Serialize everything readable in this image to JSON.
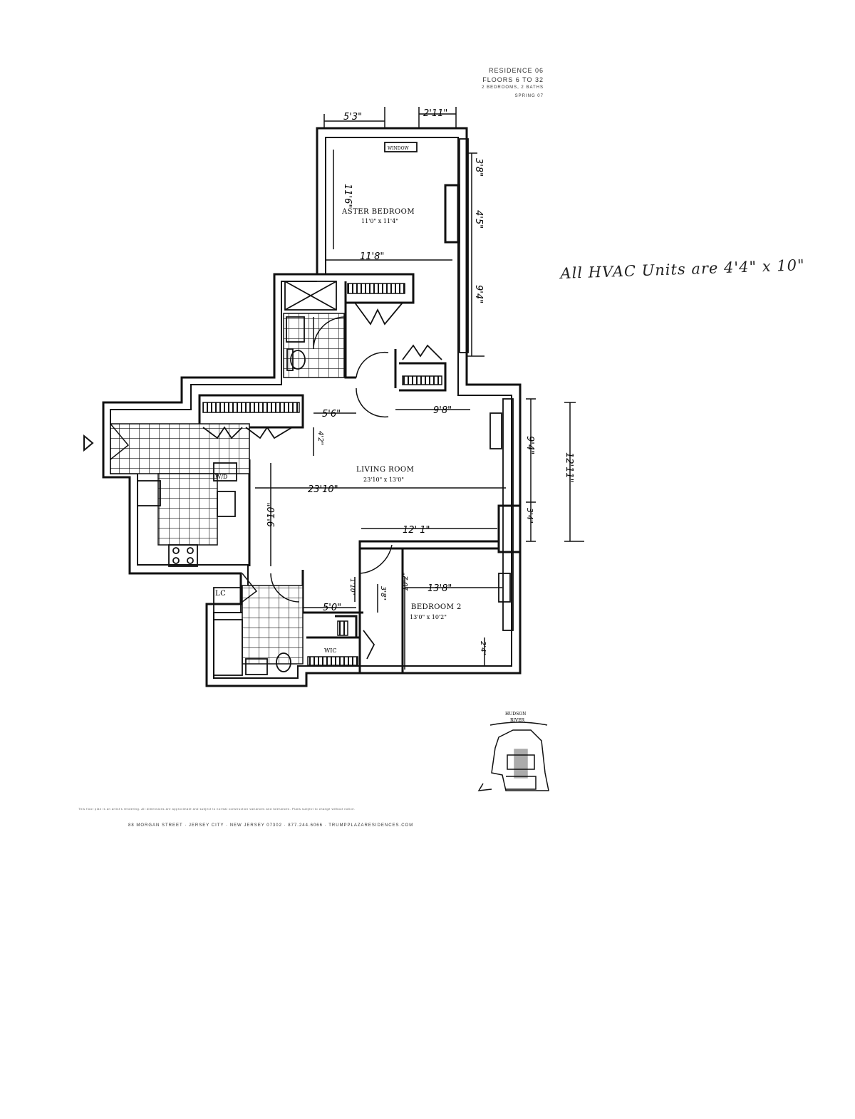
{
  "header": {
    "line1": "RESIDENCE 06",
    "line2": "FLOORS 6 TO 32",
    "line3": "2 BEDROOMS, 2 BATHS",
    "line4": "SPRING 07"
  },
  "rooms": {
    "master_bedroom": {
      "label": "ASTER BEDROOM",
      "size": "11'0\" x 11'4\""
    },
    "living_room": {
      "label": "LIVING ROOM",
      "size": "23'10\" x 13'0\""
    },
    "bedroom2": {
      "label": "BEDROOM 2",
      "size": "13'0\" x 10'2\""
    },
    "wd": "W/D",
    "lc": "LC",
    "wic": "WIC",
    "window_seat": "WINDOW"
  },
  "dimensions": {
    "top_left": "5'3\"",
    "top_right": "2'11\"",
    "master_vertical": "11'6\"",
    "master_width": "11'8\"",
    "right_upper": "3'8\"",
    "right_mid": "4'5\"",
    "right_lower": "9'4\"",
    "hall": "5'6\"",
    "hall_vertical": "4'2\"",
    "living_top": "9'8\"",
    "living_width": "23'10\"",
    "living_right_upper": "9'4\"",
    "living_right_overall": "12'11\"",
    "living_right_lower": "3'4\"",
    "living_inner": "12' 1\"",
    "living_vertical": "9'10\"",
    "bed2_width": "13'8\"",
    "bed2_vertical": "10'2\"",
    "bed2_small": "3'8\"",
    "bath2_width": "5'0\"",
    "bath2_small": "1'10\"",
    "bed2_corner": "2'4\""
  },
  "hand_note": "All HVAC Units are 4'4\" x 10\"",
  "key_plan": {
    "label1": "HUDSON",
    "label2": "RIVER"
  },
  "footer": {
    "disclaimer": "This floor plan is an artist's rendering. All dimensions are approximate and subject to normal construction variances and tolerances. Plans subject to change without notice.",
    "address": "88 MORGAN STREET · JERSEY CITY · NEW JERSEY 07302 · 877.244.6066 · TRUMPPLAZARESIDENCES.COM"
  },
  "colors": {
    "ink": "#111111",
    "paper": "#ffffff",
    "gray": "#555555"
  }
}
